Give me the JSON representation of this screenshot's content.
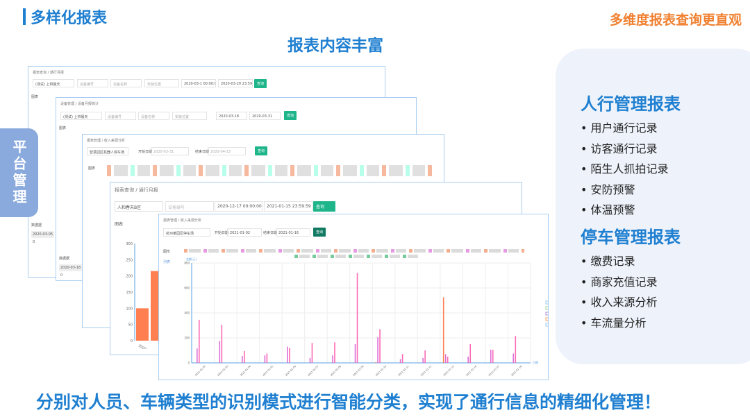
{
  "header": {
    "title": "多样化报表",
    "subtitle_right": "多维度报表查询更直观",
    "center_heading": "报表内容丰富"
  },
  "side_tab": {
    "label": "平台管理"
  },
  "right_panel": {
    "section1": {
      "title": "人行管理报表",
      "items": [
        "用户通行记录",
        "访客通行记录",
        "陌生人抓拍记录",
        "安防预警",
        "体温预警"
      ]
    },
    "section2": {
      "title": "停车管理报表",
      "items": [
        "缴费记录",
        "商家充值记录",
        "收入来源分析",
        "车流量分析"
      ]
    }
  },
  "footer": {
    "text": "分别对人员、车辆类型的识别模式进行智能分类，实现了通行信息的精细化管理！"
  },
  "windows": {
    "w1": {
      "crumb": "报表查询 / 通行月报",
      "community": "(测试) 上林晨天",
      "device_no": "设备编号",
      "device_name": "设备名称",
      "location": "安装位置",
      "start": "2020-03-1 00:00:00",
      "end": "2020-03-20 23:59:59",
      "query": "查询",
      "chart": "图表",
      "list": "数据据",
      "date": "2020-03-05",
      "value": "0"
    },
    "w2": {
      "crumb": "设备管理 / 设备月报统计",
      "community": "(测试) 上林晨天",
      "device_no": "设备编号",
      "device_name": "设备名称",
      "location": "安装位置",
      "start": "2020-03-18",
      "end": "2020-03-31",
      "query": "查询",
      "chart": "图表",
      "list": "数据据",
      "date": "2020-03-18",
      "value": "0"
    },
    "w3": {
      "crumb": "报表管理 / 收入来源分析",
      "community": "智慧园区机器人停车场",
      "start_label": "开始日期",
      "start": "2020-03-31",
      "end_label": "结束日期",
      "end": "2020-04-13",
      "query": "查询",
      "chart_label": "图表"
    },
    "w4": {
      "crumb": "报表查询 / 通行月报",
      "community": "人和春天B区",
      "device_no": "设备编号",
      "start": "2020-12-17 00:00:00",
      "end": "2021-01-15 23:59:59",
      "query": "查询",
      "chart": "图表"
    },
    "w5": {
      "crumb": "报表管理 / 收入来源分析",
      "community": "杭州某园区停车场",
      "start_label": "开始日期",
      "start": "2021-01-02",
      "end_label": "结束日期",
      "end": "2021-01-16",
      "query": "查询",
      "tab1": "图形",
      "tab2": "列表"
    }
  },
  "chart_data": [
    {
      "type": "bar",
      "title": "",
      "xlabel": "",
      "ylabel": "",
      "categories": [
        "2020-12-17"
      ],
      "series": [
        {
          "values": [
            100
          ]
        },
        {
          "values": [
            215
          ]
        }
      ],
      "ylim": [
        0,
        300
      ],
      "yticks": [
        0,
        50,
        100,
        150,
        200,
        250,
        300
      ],
      "colors": [
        "#ff7f50",
        "#ff7f50"
      ]
    },
    {
      "type": "bar",
      "title": "",
      "ylabel": "金额(元)",
      "xlabel": "日期",
      "categories": [
        "2021-01-02",
        "2021-01-03",
        "2021-01-04",
        "2021-01-05",
        "2021-01-06",
        "2021-01-07",
        "2021-01-08",
        "2021-01-09",
        "2021-01-10",
        "2021-01-11",
        "2021-01-12",
        "2021-01-13",
        "2021-01-14",
        "2021-01-15",
        "2021-01-16"
      ],
      "series": [
        {
          "color": "#ff7f50",
          "values": [
            0,
            0,
            0,
            0,
            0,
            0,
            0,
            0,
            5,
            0,
            0,
            525,
            0,
            0,
            0
          ]
        },
        {
          "color": "#da70d6",
          "values": [
            115,
            175,
            55,
            60,
            130,
            40,
            60,
            150,
            205,
            30,
            40,
            70,
            50,
            105,
            75
          ]
        },
        {
          "color": "#ff69b4",
          "values": [
            345,
            305,
            95,
            75,
            120,
            160,
            165,
            720,
            270,
            70,
            100,
            50,
            150,
            105,
            215
          ]
        }
      ],
      "ylim": [
        0,
        800
      ],
      "yticks": [
        0,
        200,
        400,
        600,
        800
      ],
      "grid": true
    }
  ]
}
